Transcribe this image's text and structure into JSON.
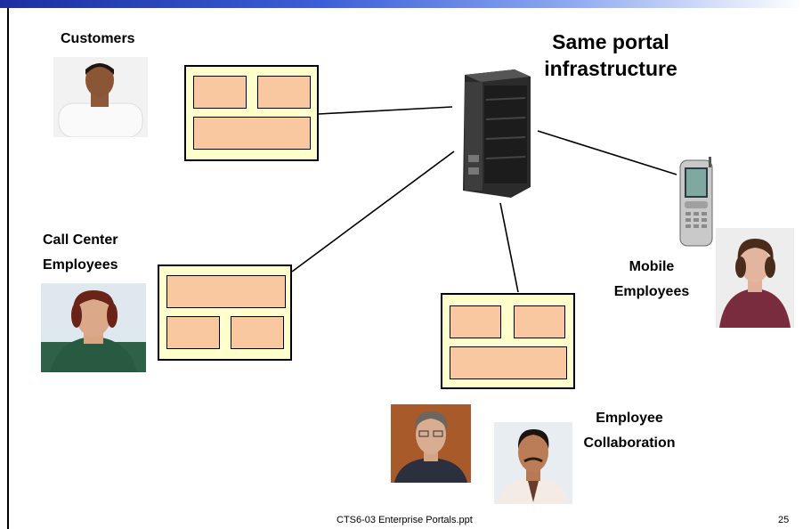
{
  "labels": {
    "customers": "Customers",
    "call_center_line1": "Call Center",
    "call_center_line2": "Employees",
    "mobile_line1": "Mobile",
    "mobile_line2": "Employees",
    "collab_line1": "Employee",
    "collab_line2": "Collaboration",
    "title_line1": "Same portal",
    "title_line2": "infrastructure"
  },
  "footer": {
    "center": "CTS6-03 Enterprise Portals.ppt",
    "page": "25"
  },
  "colors": {
    "panel_fill": "#ffffcc",
    "block_fill": "#fac8a0",
    "header_bar": "#1c2fa0"
  }
}
